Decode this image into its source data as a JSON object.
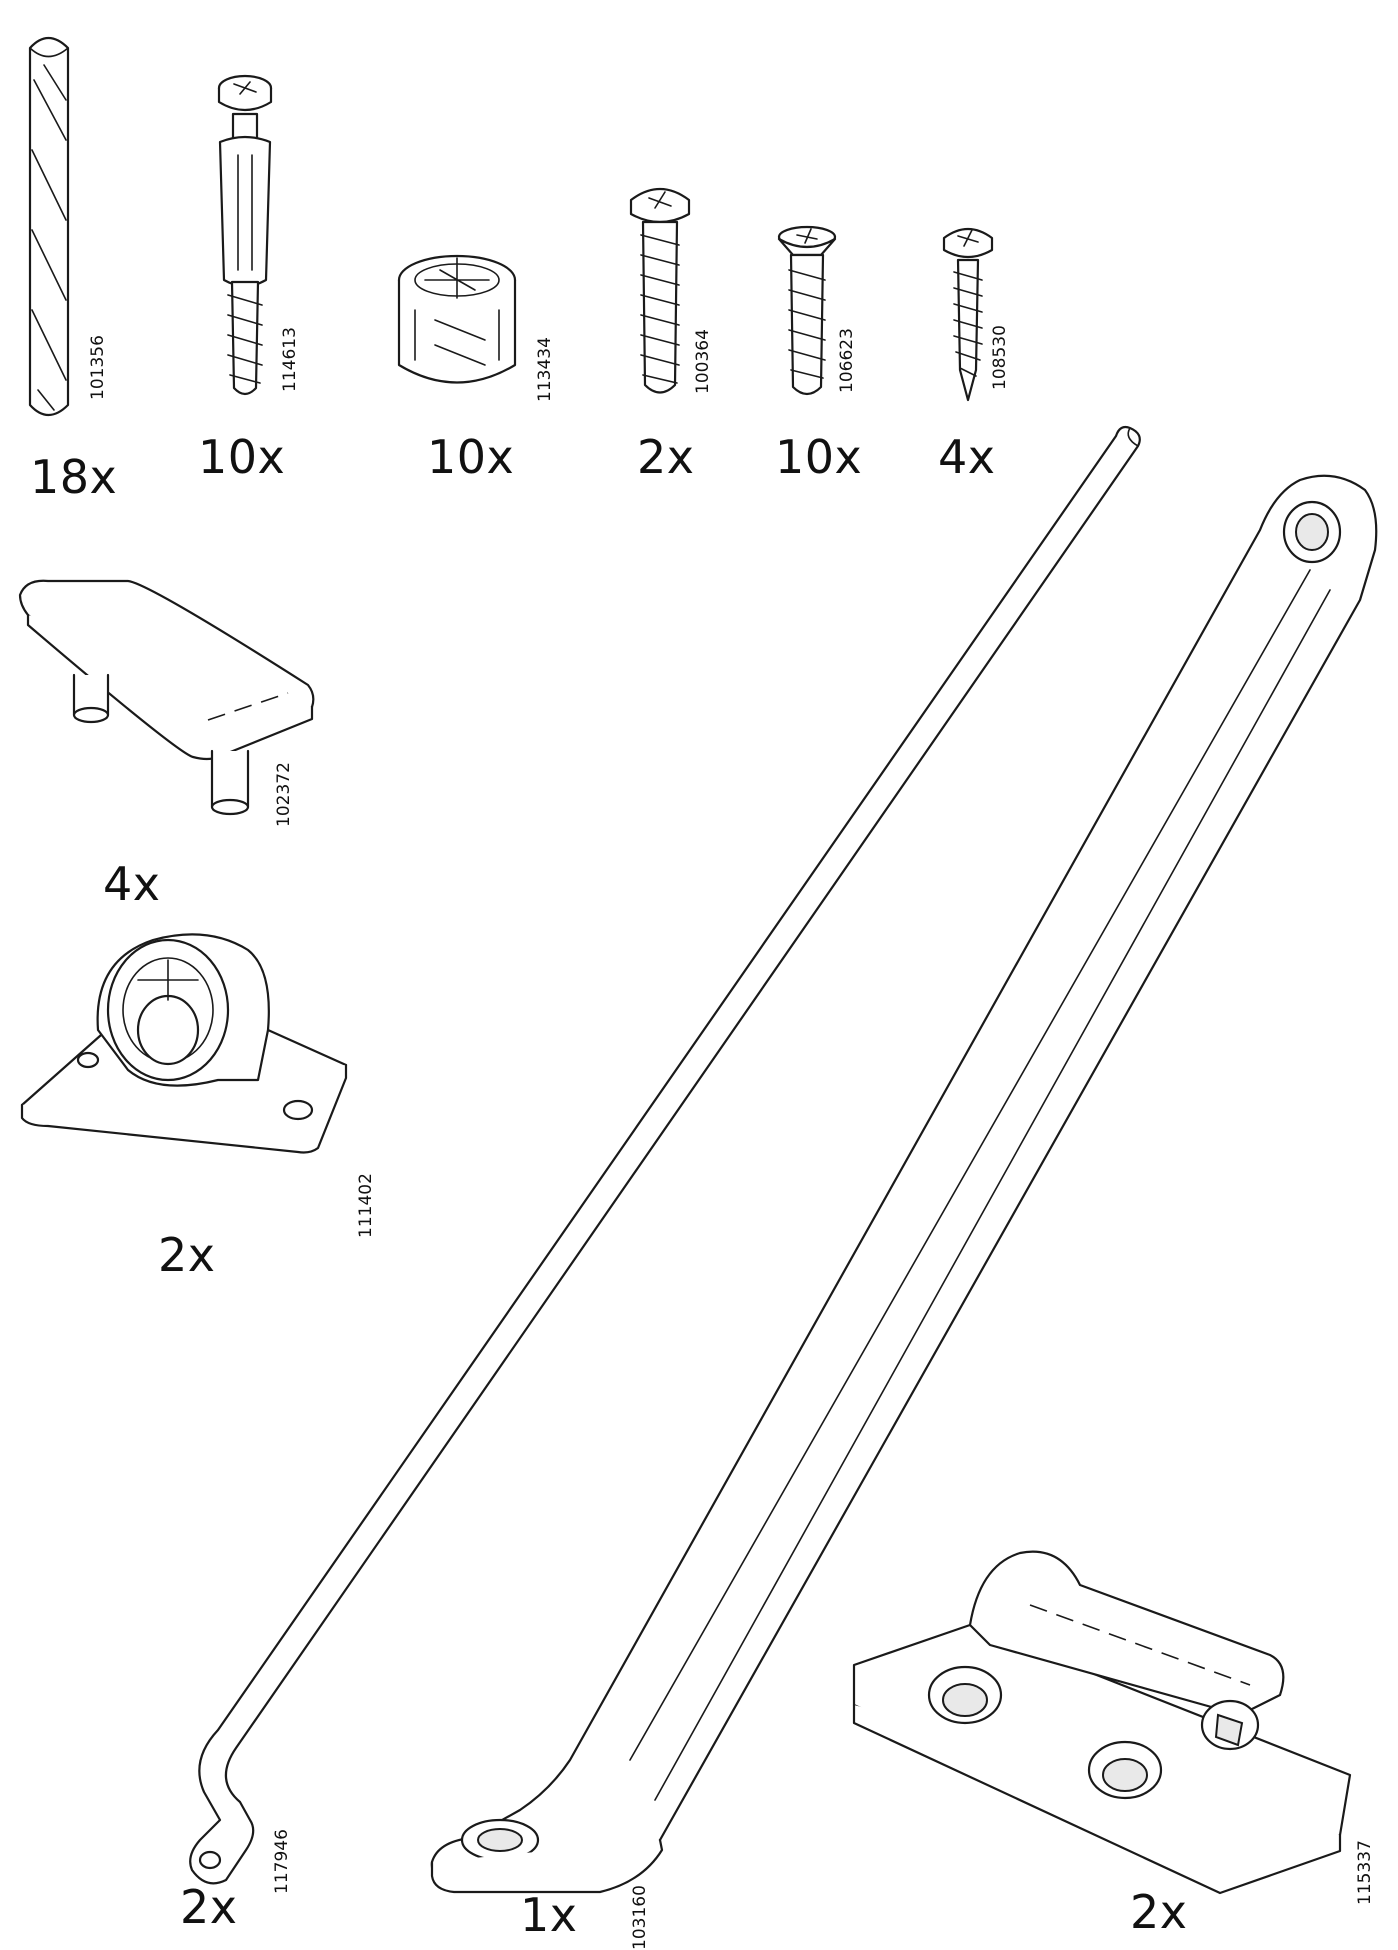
{
  "parts": [
    {
      "id": "dowel",
      "code": "101356",
      "quantity": "18x"
    },
    {
      "id": "cam-bolt",
      "code": "114613",
      "quantity": "10x"
    },
    {
      "id": "cam-lock",
      "code": "113434",
      "quantity": "10x"
    },
    {
      "id": "screw-pan",
      "code": "100364",
      "quantity": "2x"
    },
    {
      "id": "screw-flat",
      "code": "106623",
      "quantity": "10x"
    },
    {
      "id": "screw-wood",
      "code": "108530",
      "quantity": "4x"
    },
    {
      "id": "shelf-support",
      "code": "102372",
      "quantity": "4x"
    },
    {
      "id": "castor",
      "code": "111402",
      "quantity": "2x"
    },
    {
      "id": "rod",
      "code": "117946",
      "quantity": "2x"
    },
    {
      "id": "strut",
      "code": "103160",
      "quantity": "1x"
    },
    {
      "id": "hinge-block",
      "code": "115337",
      "quantity": "2x"
    }
  ]
}
